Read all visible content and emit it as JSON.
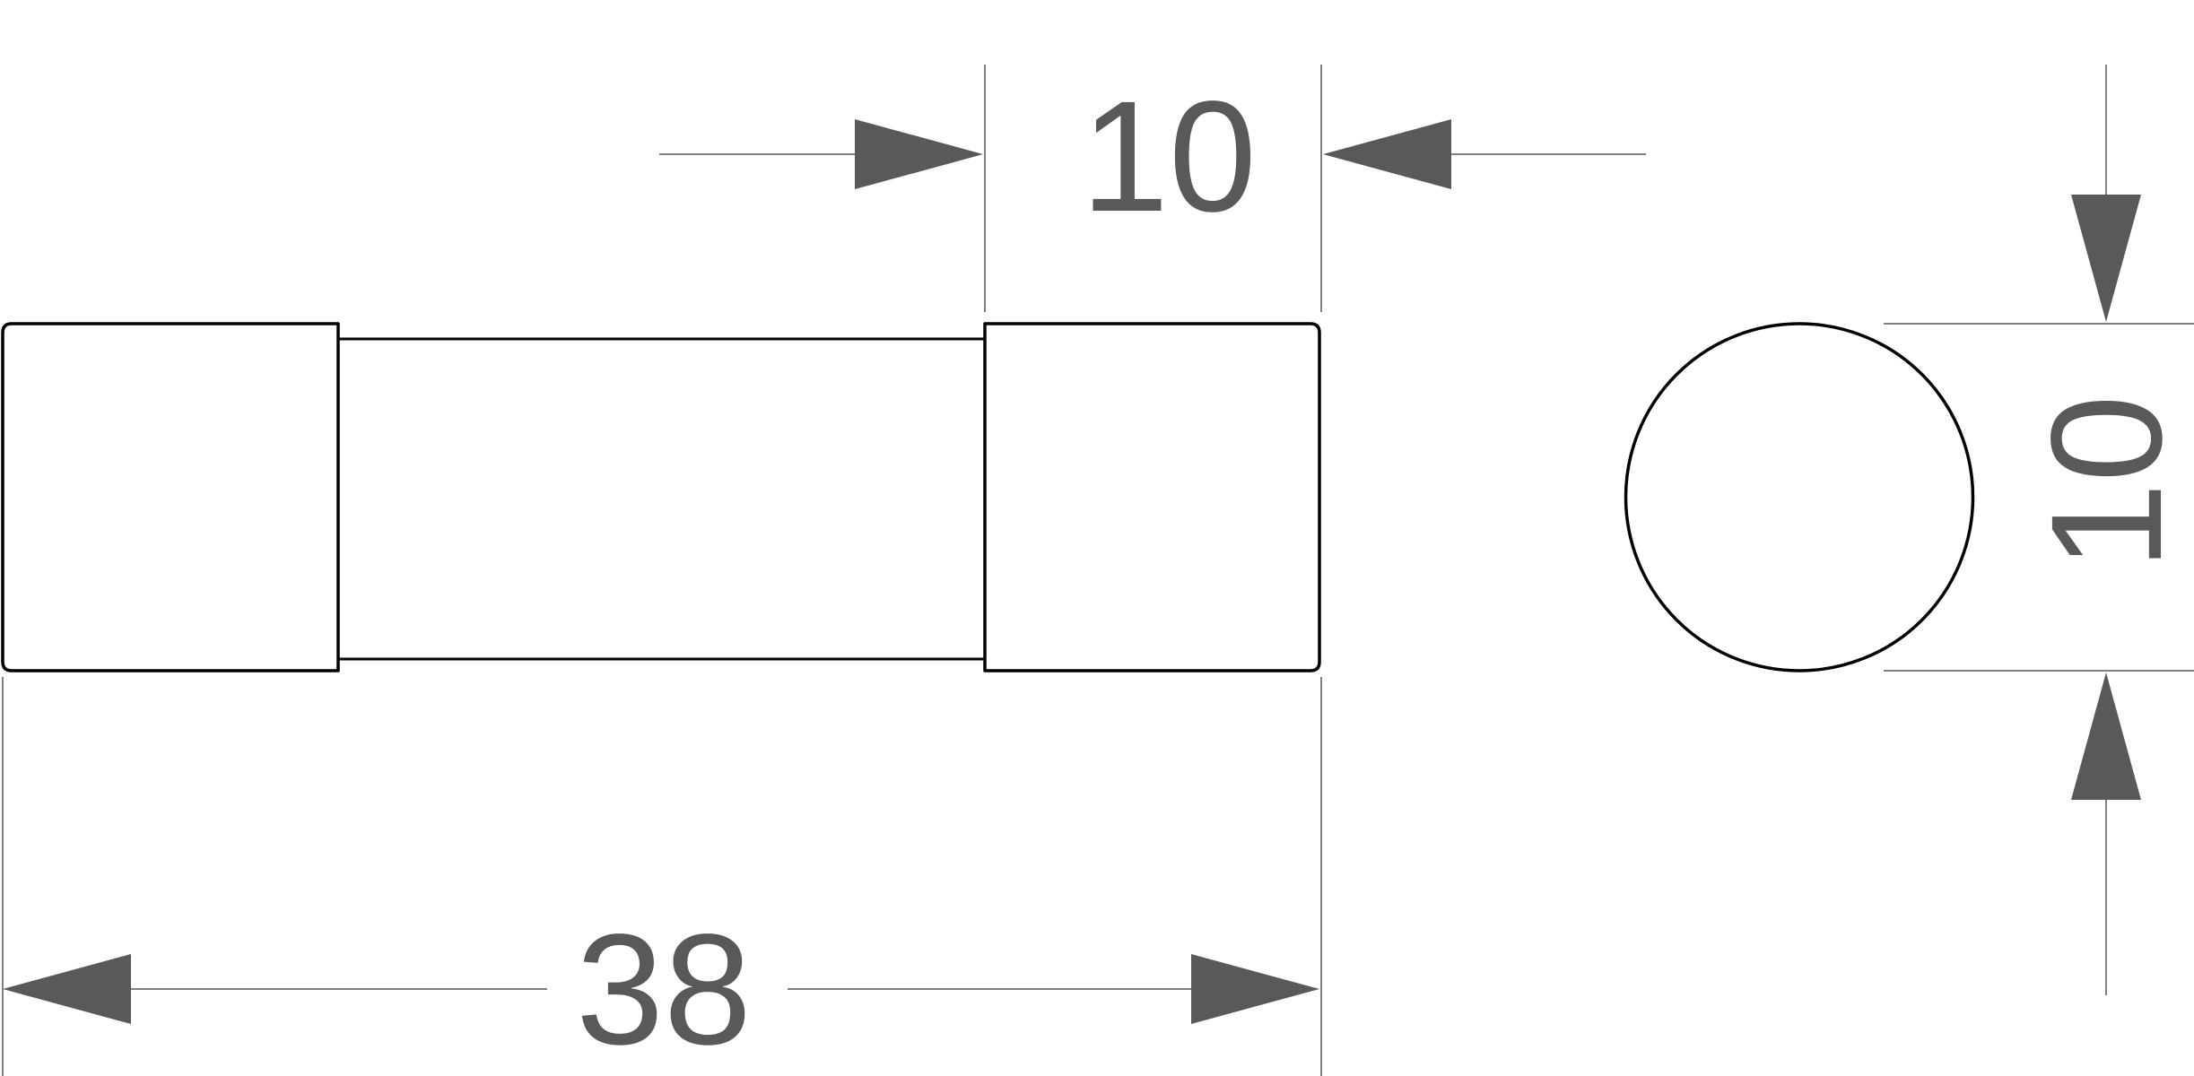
{
  "drawing": {
    "background": "#ffffff",
    "colors": {
      "part_outline": "#000000",
      "dimension_lines": "#808080",
      "dimension_arrows_and_text": "#595959"
    },
    "side_view": {
      "cap_width_dim": "10",
      "overall_length_dim": "38"
    },
    "end_view": {
      "diameter_dim": "10"
    }
  }
}
